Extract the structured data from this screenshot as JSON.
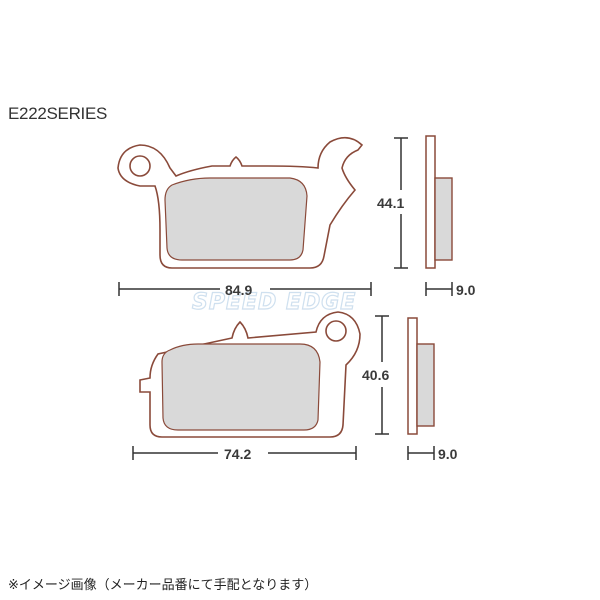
{
  "title": "E222SERIES",
  "watermark": "SPEED EDGE",
  "caption": "※イメージ画像（メーカー品番にて手配となります）",
  "pads": [
    {
      "width_mm": "84.9",
      "height_mm": "44.1",
      "thickness_mm": "9.0"
    },
    {
      "width_mm": "74.2",
      "height_mm": "40.6",
      "thickness_mm": "9.0"
    }
  ],
  "colors": {
    "outline": "#8a4a3a",
    "friction": "#d9d9d9",
    "dimension": "#333333"
  }
}
